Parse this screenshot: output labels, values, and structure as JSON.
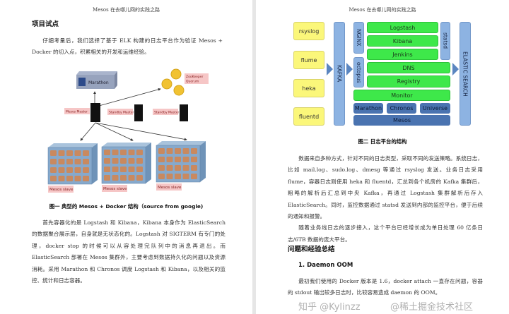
{
  "header": "Mesos 在去哪儿网的实践之路",
  "left": {
    "heading": "项目试点",
    "intro": "仔细考量后，我们选择了基于 ELK 构建的日志平台作为验证 Mesos + Docker 的切入点，积累相关的开发和运维经验。",
    "diagram": {
      "marathon": "Marathon",
      "zookeeper": "ZooKeeper Quorum",
      "mesos_master": "Mesos Master",
      "standby1": "Standby Master",
      "standby2": "Standby Master",
      "slave": "Mesos slave"
    },
    "caption": "图一 典型的 Mesos + Docker 结构（source from google)",
    "body": "首先容器化的是 Logstash 和 Kibana，Kibana 本身作为 ElasticSearch 的数据聚合展示层，自身就是无状态化的。Logstash 对 SIGTERM 有专门的处理，docker stop 的时候可以从容处理完队列中的消息再退出。而 ElasticSearch 部署在 Mesos 集群外，主要考虑到数据持久化的问题以及资源消耗。采用 Marathon 和 Chronos 调度 Logstash 和 Kibana，以及相关的监控、统计和日志容器。"
  },
  "right": {
    "diagram": {
      "sources": [
        "rsyslog",
        "flume",
        "heka",
        "fluentd"
      ],
      "kafka": "KAFKA",
      "nginx": "NGINX",
      "octopus": "octopus",
      "logstash": "Logstash",
      "kibana": "Kibana",
      "jenkins": "Jenkins",
      "statsd": "statsd",
      "dns": "DNS",
      "registry": "Registry",
      "monitor": "Monitor",
      "marathon": "Marathon",
      "chronos": "Chronos",
      "universe": "Universe",
      "mesos": "Mesos",
      "es": "ELASTIC SEARCH"
    },
    "caption": "图二 日志平台的结构",
    "para1": "数据来自多种方式，针对不同的日志类型，采取不同的发送策略。系统日志，比如 mail.log、sudo.log、dmesg 等通过 rsyslog 发送。业务日志采用 flume，容器日志则使用 heka 和 fluentd，汇总到各个机房的 Kafka 集群后，粗略的解析后汇总到中央 Kafka，再通过 Logstash 集群解析后存入 ElasticSearch。同时，监控数据通过 statsd 发送到内部的监控平台，便于后续的通知和报警。",
    "para2": "随着业务线日志的逐步接入，这个平台已经增长成为单日处理 60 亿条日志/6TB 数据的庞大平台。",
    "heading": "问题和经验总结",
    "subheading": "1. Daemon OOM",
    "para3": "最初我们使用的 Docker 版本是 1.6，docker attach 一直存在问题，容器的 stdout 输出较多日志时，比较容易造成 daemon 的 OOM。"
  },
  "watermark": {
    "line1": "知乎 @Kylinzz",
    "line2": "@稀土掘金技术社区"
  }
}
